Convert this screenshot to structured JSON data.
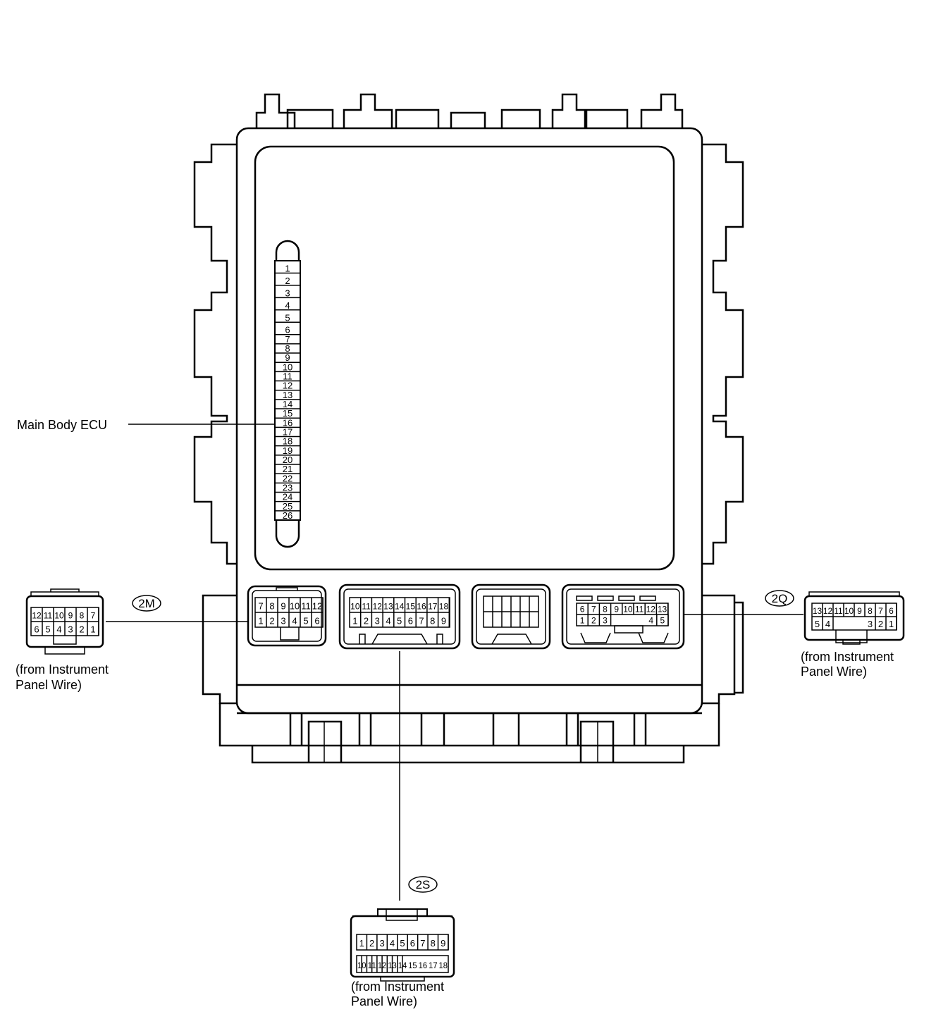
{
  "ecu": {
    "label": "Main Body ECU",
    "fuse_pins": [
      "1",
      "2",
      "3",
      "4",
      "5",
      "6",
      "7",
      "8",
      "9",
      "10",
      "11",
      "12",
      "13",
      "14",
      "15",
      "16",
      "17",
      "18",
      "19",
      "20",
      "21",
      "22",
      "23",
      "24",
      "25",
      "26"
    ]
  },
  "ecu_connectors": {
    "c2m": {
      "top_row": [
        "7",
        "8",
        "9",
        "10",
        "11",
        "12"
      ],
      "bottom_row": [
        "1",
        "2",
        "3",
        "4",
        "5",
        "6"
      ]
    },
    "c2s": {
      "top_row": [
        "10",
        "11",
        "12",
        "13",
        "14",
        "15",
        "16",
        "17",
        "18"
      ],
      "bottom_row": [
        "1",
        "2",
        "3",
        "4",
        "5",
        "6",
        "7",
        "8",
        "9"
      ]
    },
    "c2q": {
      "top_row": [
        "6",
        "7",
        "8",
        "9",
        "10",
        "11",
        "12",
        "13"
      ],
      "bottom_row_left": [
        "1",
        "2",
        "3"
      ],
      "bottom_row_right": [
        "4",
        "5"
      ]
    }
  },
  "mating_connectors": {
    "m2m": {
      "tag": "2M",
      "top_row": [
        "12",
        "11",
        "10",
        "9",
        "8",
        "7"
      ],
      "bottom_row": [
        "6",
        "5",
        "4",
        "3",
        "2",
        "1"
      ],
      "caption_line1": "(from Instrument",
      "caption_line2": "Panel Wire)"
    },
    "m2q": {
      "tag": "2Q",
      "top_row": [
        "13",
        "12",
        "11",
        "10",
        "9",
        "8",
        "7",
        "6"
      ],
      "bottom_row_left": [
        "5",
        "4"
      ],
      "bottom_row_right": [
        "3",
        "2",
        "1"
      ],
      "caption_line1": "(from Instrument",
      "caption_line2": "Panel Wire)"
    },
    "m2s": {
      "tag": "2S",
      "top_row": [
        "1",
        "2",
        "3",
        "4",
        "5",
        "6",
        "7",
        "8",
        "9"
      ],
      "bottom_row": [
        "10",
        "11",
        "12",
        "13",
        "14",
        "15",
        "16",
        "17",
        "18"
      ],
      "caption_line1": "(from Instrument",
      "caption_line2": "Panel Wire)"
    }
  }
}
